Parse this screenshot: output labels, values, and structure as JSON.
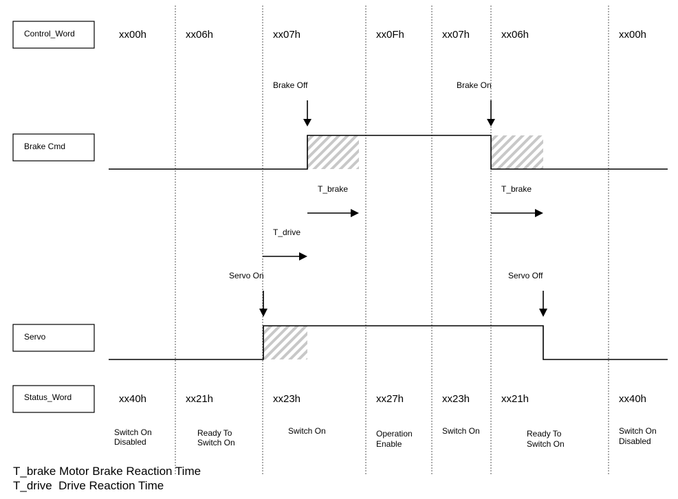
{
  "signals": {
    "control_word": "Control_Word",
    "brake_cmd": "Brake Cmd",
    "servo": "Servo",
    "status_word": "Status_Word"
  },
  "control_codes": [
    "xx00h",
    "xx06h",
    "xx07h",
    "xx0Fh",
    "xx07h",
    "xx06h",
    "xx00h"
  ],
  "status_codes": [
    "xx40h",
    "xx21h",
    "xx23h",
    "xx27h",
    "xx23h",
    "xx21h",
    "xx40h"
  ],
  "states": [
    [
      "Switch On",
      "Disabled"
    ],
    [
      "Ready To",
      "Switch On"
    ],
    [
      "Switch On"
    ],
    [
      "Operation",
      "Enable"
    ],
    [
      "Switch On"
    ],
    [
      "Ready To",
      "Switch On"
    ],
    [
      "Switch On",
      "Disabled"
    ]
  ],
  "annotations": {
    "brake_off": "Brake Off",
    "brake_on": "Brake On",
    "t_brake_1": "T_brake",
    "t_brake_2": "T_brake",
    "t_drive": "T_drive",
    "servo_on": "Servo On",
    "servo_off": "Servo Off"
  },
  "legend": {
    "line1": "T_brake Motor Brake Reaction Time",
    "line2": "T_drive  Drive Reaction Time"
  }
}
